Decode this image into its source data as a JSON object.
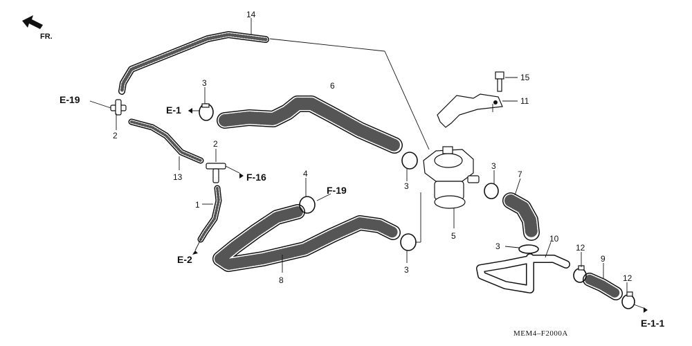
{
  "part_numbers": {
    "n1": "1",
    "n2a": "2",
    "n2b": "2",
    "n3a": "3",
    "n3b": "3",
    "n3c": "3",
    "n3d": "3",
    "n3e": "3",
    "n4": "4",
    "n5": "5",
    "n6": "6",
    "n7": "7",
    "n8": "8",
    "n9": "9",
    "n10": "10",
    "n11": "11",
    "n12a": "12",
    "n12b": "12",
    "n13": "13",
    "n14": "14",
    "n15": "15"
  },
  "references": {
    "e19": "E-19",
    "e1": "E-1",
    "f16": "F-16",
    "f19": "F-19",
    "e2": "E-2",
    "e11": "E-1-1"
  },
  "direction_label": "FR.",
  "diagram_code": "MEM4–F2000A"
}
